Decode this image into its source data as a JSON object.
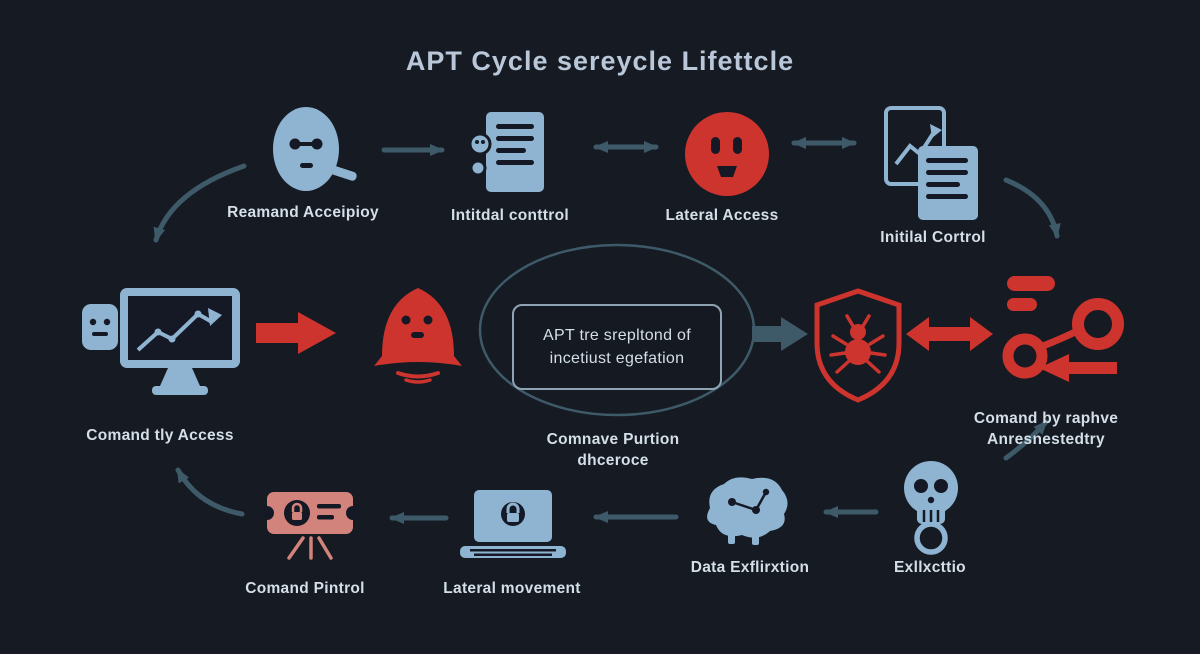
{
  "title": "APT Cycle sereycle Lifettcle",
  "colors": {
    "bg": "#151a23",
    "blue": "#8fb4d2",
    "red": "#ce342e",
    "salmon": "#d2837b",
    "arrow": "#3e5a68",
    "text": "#d5dfe8",
    "title": "#b9c7d8",
    "dark": "#141925",
    "box_border": "#8fa4b2"
  },
  "nodes": {
    "top": [
      {
        "id": "reconnaissance",
        "label": "Reamand Acceipioy"
      },
      {
        "id": "initial-control",
        "label": "Intitdal conttrol"
      },
      {
        "id": "lateral-access",
        "label": "Lateral Access"
      },
      {
        "id": "initial-control-2",
        "label": "Initilal Cortrol"
      }
    ],
    "middle_left": {
      "label": "Comand tly Access"
    },
    "middle_right": {
      "label_line1": "Comand by raphve",
      "label_line2": "Anresnestedtry"
    },
    "bottom": [
      {
        "id": "command-control",
        "label": "Comand Pintrol"
      },
      {
        "id": "lateral-movement",
        "label": "Lateral movement"
      },
      {
        "id": "data-exfiltration",
        "label": "Data Exflirxtion"
      },
      {
        "id": "execution",
        "label": "Exllxcttio"
      }
    ]
  },
  "center": {
    "box_line1": "APT tre srepltond of",
    "box_line2": "incetiust egefation",
    "sub_line1": "Comnave Purtion",
    "sub_line2": "dhceroce"
  }
}
